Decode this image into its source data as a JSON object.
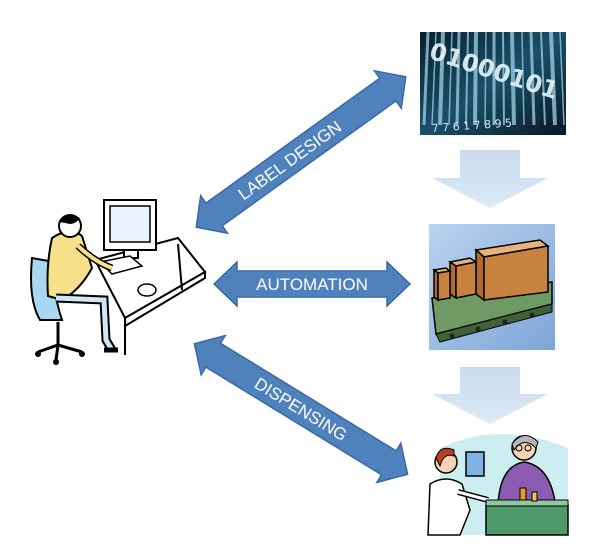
{
  "diagram": {
    "arrows": [
      {
        "id": "label-design",
        "label": "LABEL DESIGN"
      },
      {
        "id": "automation",
        "label": "AUTOMATION"
      },
      {
        "id": "dispensing",
        "label": "DISPENSING"
      }
    ],
    "barcode": {
      "digits_top": "01000101",
      "digits_bottom": "7 7 6 1 7 8 9 5"
    },
    "colors": {
      "arrow_fill": "#4f81bd",
      "arrow_stroke": "#3a6aa6",
      "down_arrow": "#c5d7ec",
      "barcode_bg": "#0e2b3a",
      "box_color": "#c8823f"
    },
    "icons": [
      "computer-user-clipart",
      "barcode-image",
      "conveyor-boxes-clipart",
      "pharmacy-counter-clipart"
    ]
  }
}
